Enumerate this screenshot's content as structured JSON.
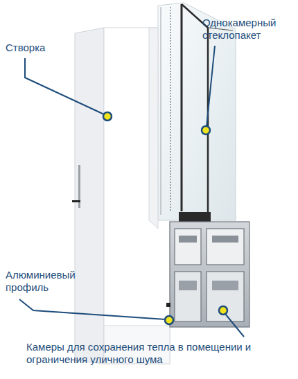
{
  "diagram": {
    "labels": [
      "Створка",
      "Однокамерный стеклопакет",
      "Алюминиевый профиль",
      "Камеры для сохранения тепла в помещении и ограничения уличного шума"
    ]
  }
}
